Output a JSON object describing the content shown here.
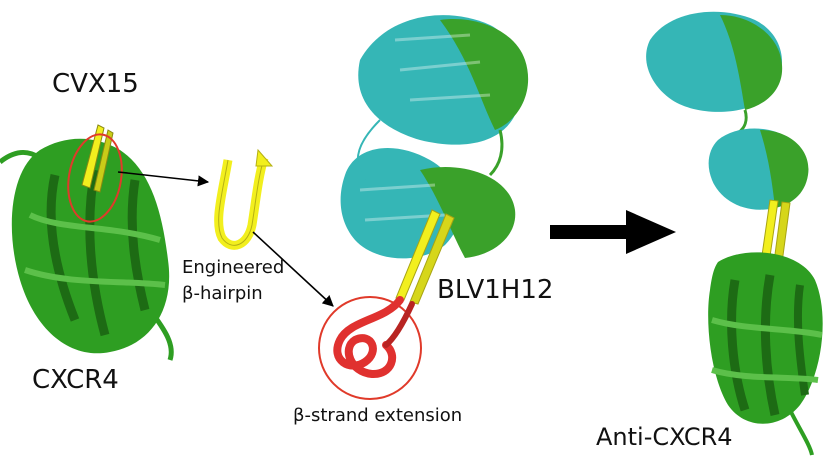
{
  "labels": {
    "cvx15": "CVX15",
    "cxcr4": "CXCR4",
    "engineered": "Engineered",
    "hairpin": "β-hairpin",
    "blv1h12": "BLV1H12",
    "extension": "β-strand extension",
    "anti_cxcr4": "Anti-CXCR4"
  },
  "colors": {
    "receptor_green": "#2e9e22",
    "receptor_dark": "#1d6b14",
    "antibody_cyan": "#35b6b6",
    "antibody_green": "#3aa12a",
    "hairpin_yellow": "#f2ef1e",
    "extension_red": "#e0312f",
    "circle_red": "#e03a2a",
    "arrow_black": "#000000"
  }
}
